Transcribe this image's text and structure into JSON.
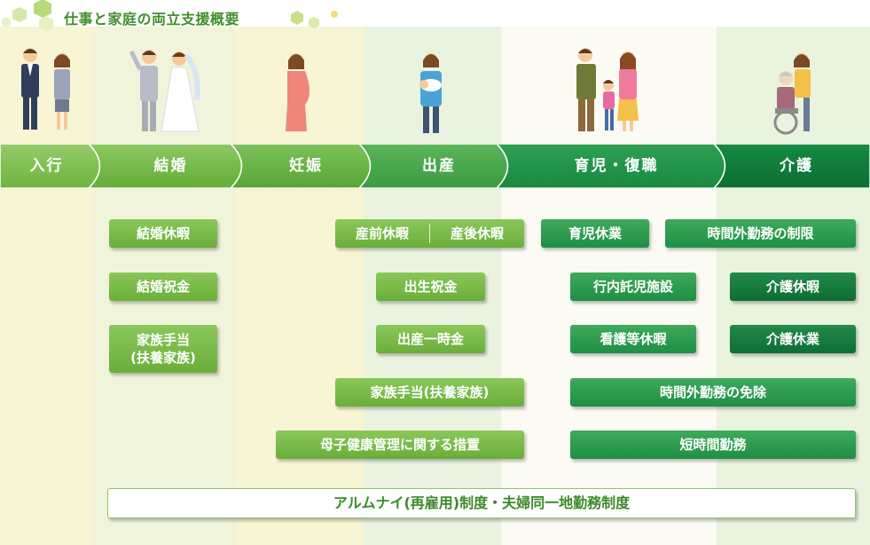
{
  "title": "仕事と家庭の両立支援概要",
  "stages": [
    "入行",
    "結婚",
    "妊娠",
    "出産",
    "育児・復職",
    "介護"
  ],
  "boxes": {
    "marriage_leave": "結婚休暇",
    "marriage_gift": "結婚祝金",
    "family_allowance_line1": "家族手当",
    "family_allowance_line2": "(扶養家族)",
    "prenatal_leave": "産前休暇",
    "postnatal_leave": "産後休暇",
    "birth_gift": "出生祝金",
    "birth_lump_sum": "出産一時金",
    "family_allowance_wide": "家族手当(扶養家族)",
    "maternal_health": "母子健康管理に関する措置",
    "childcare_leave": "育児休業",
    "overtime_limit": "時間外勤務の制限",
    "in_bank_nursery": "行内託児施設",
    "nursing_care_leave_days": "介護休暇",
    "sick_child_leave": "看護等休暇",
    "nursing_care_leave": "介護休業",
    "overtime_exemption": "時間外勤務の免除",
    "short_hours": "短時間勤務",
    "alumni_system": "アルムナイ(再雇用)制度・夫婦同一地勤務制度"
  }
}
